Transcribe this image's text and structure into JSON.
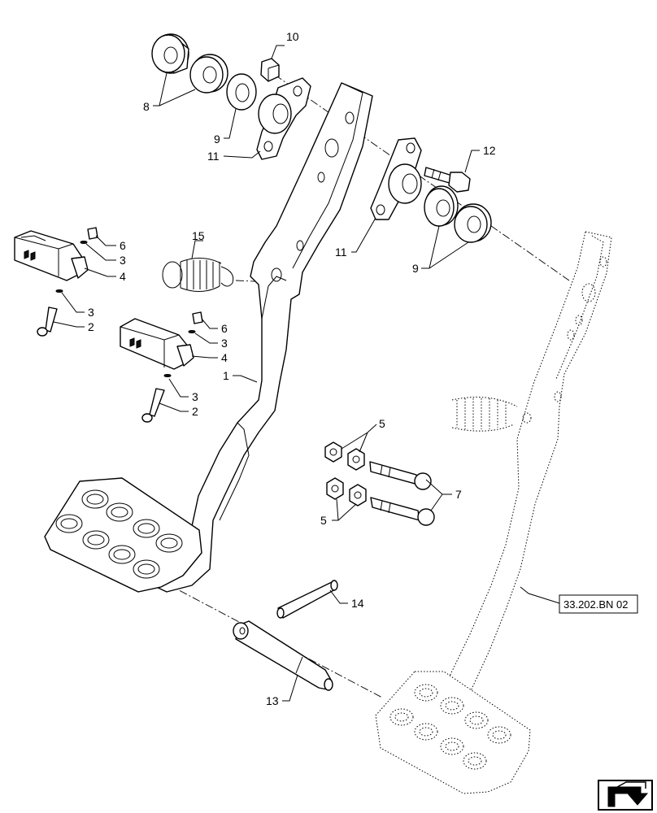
{
  "callouts": {
    "c1": "1",
    "c2a": "2",
    "c2b": "2",
    "c3a": "3",
    "c3b": "3",
    "c3c": "3",
    "c3d": "3",
    "c4a": "4",
    "c4b": "4",
    "c5a": "5",
    "c5b": "5",
    "c6a": "6",
    "c6b": "6",
    "c7": "7",
    "c8": "8",
    "c9a": "9",
    "c9b": "9",
    "c10": "10",
    "c11a": "11",
    "c11b": "11",
    "c12": "12",
    "c13": "13",
    "c14": "14",
    "c15": "15"
  },
  "reference_box": "33.202.BN 02",
  "nav_icon": "return-arrow-icon"
}
